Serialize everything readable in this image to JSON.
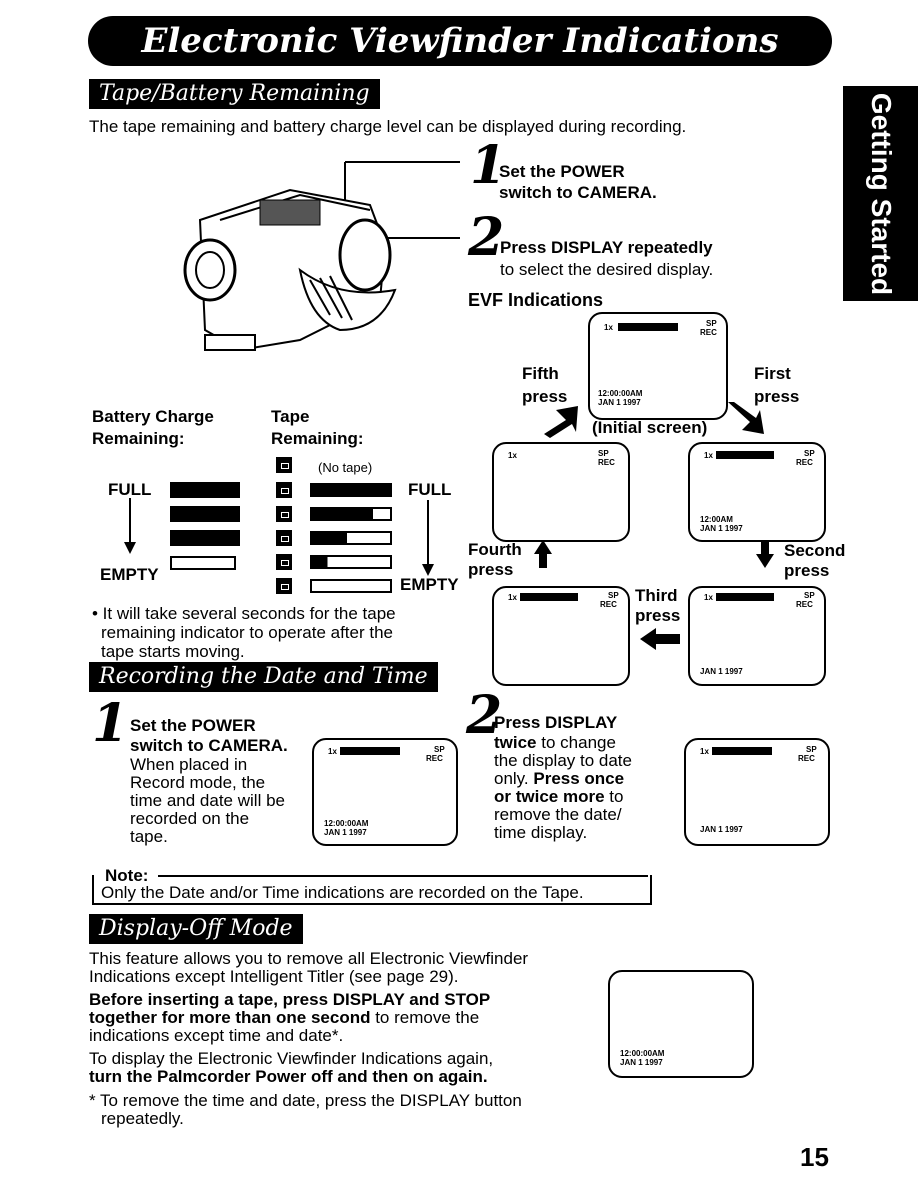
{
  "page_title": "Electronic Viewfinder Indications",
  "side_tab": "Getting Started",
  "page_number": "15",
  "tape_battery": {
    "heading": "Tape/Battery Remaining",
    "intro": "The tape remaining and battery charge level can be displayed during recording.",
    "step1_num": "1",
    "step1_text_a": "Set the POWER",
    "step1_text_b": "switch to CAMERA.",
    "step2_num": "2",
    "step2_text_a": "Press DISPLAY repeatedly",
    "step2_text_b": "to select the desired display.",
    "evf_heading": "EVF Indications",
    "battery_label_a": "Battery Charge",
    "battery_label_b": "Remaining:",
    "tape_label_a": "Tape",
    "tape_label_b": "Remaining:",
    "no_tape": "(No tape)",
    "full_left": "FULL",
    "empty_left": "EMPTY",
    "full_right": "FULL",
    "empty_right": "EMPTY",
    "bullet_note_a": "• It will take several seconds for the tape",
    "bullet_note_b": "remaining indicator to operate after the",
    "bullet_note_c": "tape starts moving.",
    "presses": {
      "first": [
        "First",
        "press"
      ],
      "second": [
        "Second",
        "press"
      ],
      "third": [
        "Third",
        "press"
      ],
      "fourth": [
        "Fourth",
        "press"
      ],
      "fifth": [
        "Fifth",
        "press"
      ],
      "initial": "(Initial screen)"
    },
    "screen_text": {
      "zoom": "1x",
      "sp": "SP",
      "rec": "REC",
      "time_full": "12:00:00AM",
      "time_short": "12:00AM",
      "date": "JAN  1 1997"
    }
  },
  "date_time": {
    "heading": "Recording the Date and Time",
    "step1_num": "1",
    "step1_title_a": "Set the POWER",
    "step1_title_b": "switch to CAMERA.",
    "step1_body": [
      "When placed in",
      "Record mode, the",
      "time and date will be",
      "recorded on the",
      "tape."
    ],
    "step2_num": "2",
    "step2_title": "Press DISPLAY",
    "step2_lines": [
      {
        "bold": "twice",
        "rest": " to change"
      },
      {
        "bold": "",
        "rest": "the display to date"
      },
      {
        "bold": "",
        "rest": "only. "
      },
      {
        "bold": "or twice more",
        "rest": " to"
      },
      {
        "bold": "",
        "rest": "remove the date/"
      },
      {
        "bold": "",
        "rest": "time display."
      }
    ],
    "step2_press_once": "Press once",
    "note_label": "Note:",
    "note_text": "Only the Date and/or Time indications are recorded on the Tape."
  },
  "display_off": {
    "heading": "Display-Off Mode",
    "p1_a": "This feature allows you to remove all Electronic Viewfinder",
    "p1_b": "Indications except Intelligent Titler (see page 29).",
    "p2_bold_a": "Before inserting a tape, press DISPLAY and STOP",
    "p2_bold_b": "together for more than one second",
    "p2_rest_b": " to remove the",
    "p2_c": "indications except time and date*.",
    "p3_a": "To display the Electronic Viewfinder Indications again,",
    "p3_bold": "turn the Palmcorder Power off and then on again.",
    "footnote_a": "* To remove the time and date, press the DISPLAY button",
    "footnote_b": "repeatedly."
  }
}
